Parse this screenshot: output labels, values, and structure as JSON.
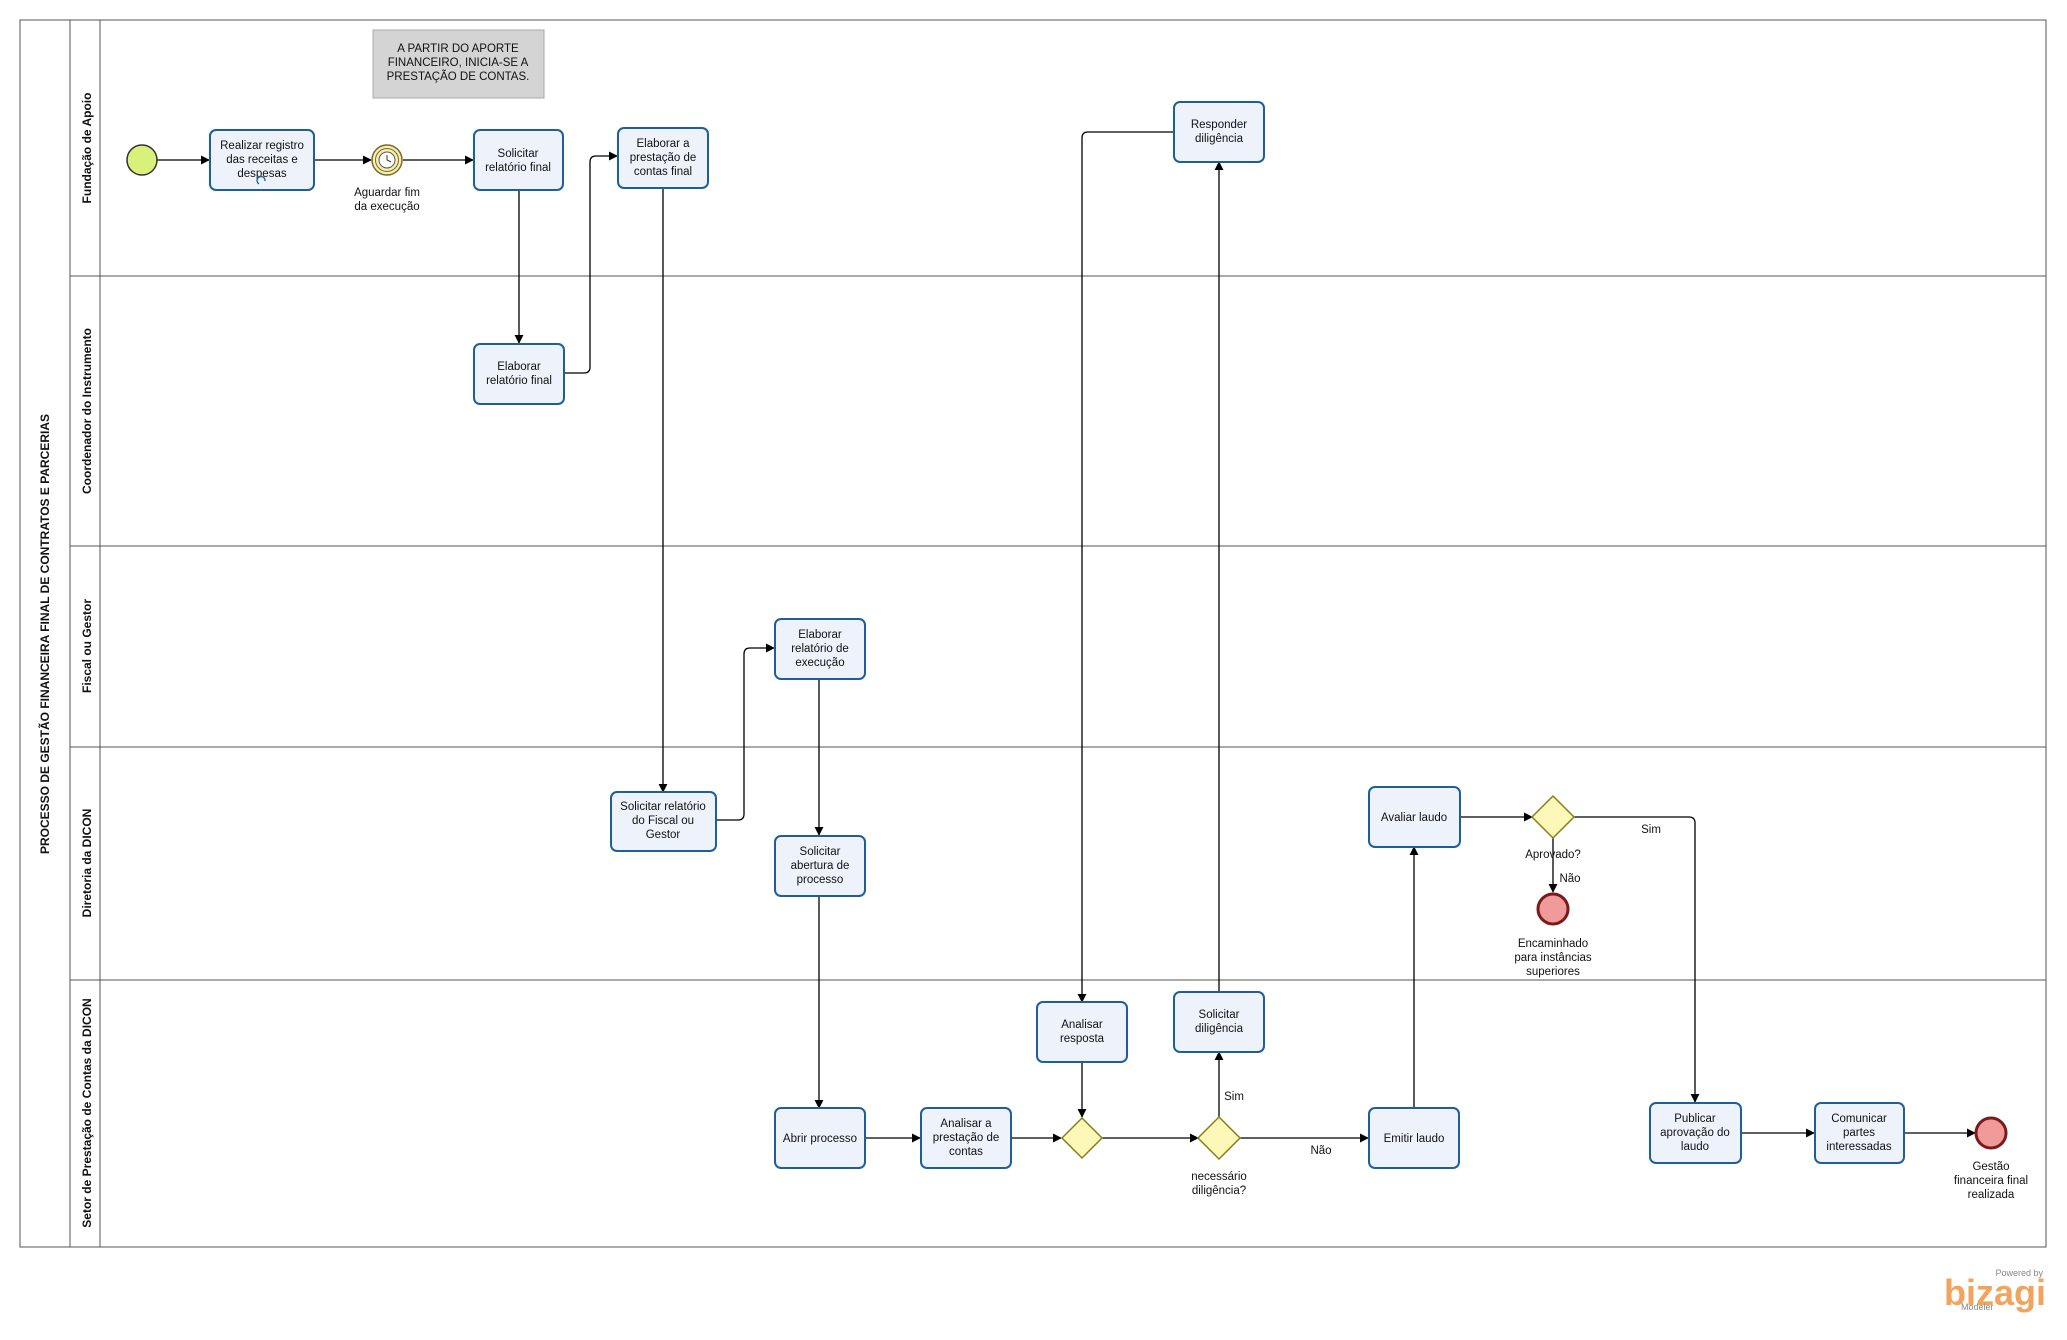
{
  "pool": {
    "title": "PROCESSO DE GESTÃO FINANCEIRA FINAL DE CONTRATOS E PARCERIAS"
  },
  "lanes": [
    {
      "title": "Fundação de Apoio"
    },
    {
      "title": "Coordenador do Instrumento"
    },
    {
      "title": "Fiscal ou Gestor"
    },
    {
      "title": "Diretoria da DICON"
    },
    {
      "title": "Setor de Prestação de Contas da DICON"
    }
  ],
  "note": {
    "lines": [
      "A PARTIR DO APORTE",
      "FINANCEIRO, INICIA-SE A",
      "PRESTAÇÃO DE CONTAS."
    ]
  },
  "tasks": [
    {
      "lines": [
        "Realizar registro",
        "das receitas e",
        "despesas"
      ]
    },
    {
      "lines": [
        "Solicitar",
        "relatório final"
      ]
    },
    {
      "lines": [
        "Elaborar a",
        "prestação de",
        "contas final"
      ]
    },
    {
      "lines": [
        "Responder",
        "diligência"
      ]
    },
    {
      "lines": [
        "Elaborar",
        "relatório final"
      ]
    },
    {
      "lines": [
        "Elaborar",
        "relatório de",
        "execução"
      ]
    },
    {
      "lines": [
        "Solicitar relatório",
        "do Fiscal ou",
        "Gestor"
      ]
    },
    {
      "lines": [
        "Solicitar",
        "abertura de",
        "processo"
      ]
    },
    {
      "lines": [
        "Avaliar laudo"
      ]
    },
    {
      "lines": [
        "Analisar",
        "resposta"
      ]
    },
    {
      "lines": [
        "Solicitar",
        "diligência"
      ]
    },
    {
      "lines": [
        "Abrir processo"
      ]
    },
    {
      "lines": [
        "Analisar a",
        "prestação de",
        "contas"
      ]
    },
    {
      "lines": [
        "Emitir laudo"
      ]
    },
    {
      "lines": [
        "Publicar",
        "aprovação do",
        "laudo"
      ]
    },
    {
      "lines": [
        "Comunicar",
        "partes",
        "interessadas"
      ]
    }
  ],
  "events": {
    "timer_label": [
      "Aguardar fim",
      "da execução"
    ],
    "end_forwarded_label": [
      "Encaminhado",
      "para instâncias",
      "superiores"
    ],
    "end_final_label": [
      "Gestão",
      "financeira final",
      "realizada"
    ]
  },
  "gateways": {
    "approved_label": "Aprovado?",
    "diligence_label": [
      "necessário",
      "diligência?"
    ]
  },
  "flow_labels": {
    "yes_approved": "Sim",
    "no_approved": "Não",
    "yes_diligence": "Sim",
    "no_diligence": "Não"
  },
  "branding": {
    "powered": "Powered by",
    "name": "bizagi",
    "sub": "Modeler"
  },
  "colors": {
    "task_fill": "#eef3fb",
    "task_stroke": "#1f5f99",
    "start_fill": "#d9f07a",
    "end_fill": "#f09a9a",
    "gateway_fill": "#fdf8b8",
    "note_fill": "#d4d4d4"
  }
}
